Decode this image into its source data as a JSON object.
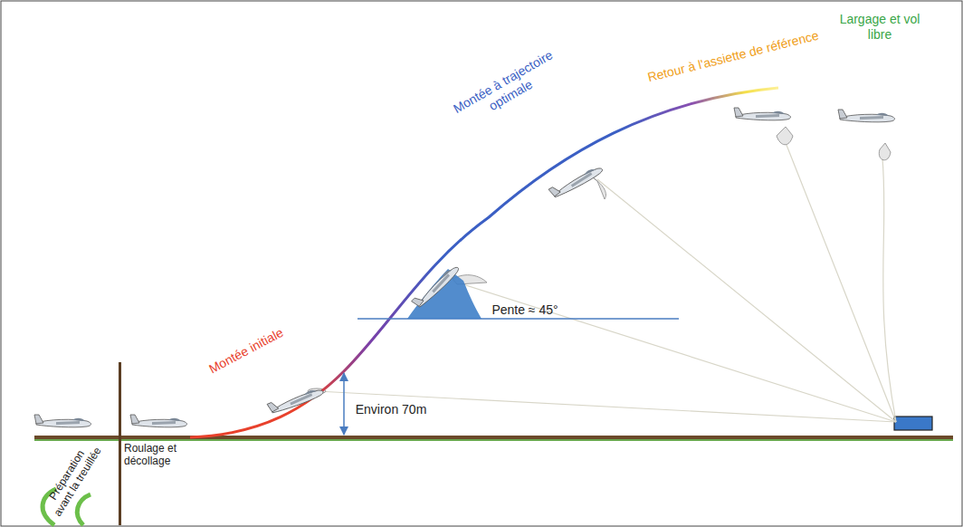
{
  "diagram": {
    "labels": [
      "Préparation avant la treuillée",
      "Roulage et décollage",
      "Montée initiale",
      "Environ 70m",
      "Pente ≈ 45°",
      "Montée à trajectoire optimale",
      "Retour à l'assiette de référence",
      "Largage et vol libre"
    ]
  }
}
